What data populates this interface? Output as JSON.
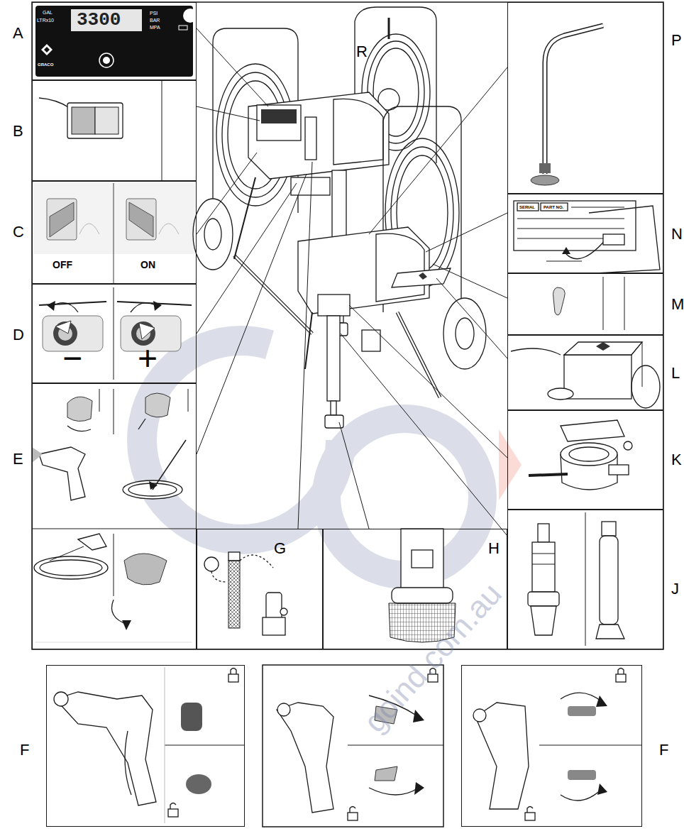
{
  "diagram": {
    "nodes": [
      {
        "text": [
          "A",
          "GAL",
          "LTRx10",
          "3300",
          "PSI",
          "BAR",
          "MPA",
          "GRACO"
        ]
      },
      {
        "text": [
          "B"
        ]
      },
      {
        "text": [
          "C",
          "OFF",
          "ON"
        ]
      },
      {
        "text": [
          "D",
          "−",
          "+"
        ]
      },
      {
        "text": [
          "E"
        ]
      },
      {
        "text": [
          "P"
        ]
      },
      {
        "text": [
          "N",
          "SERIAL",
          "PART NO."
        ]
      },
      {
        "text": [
          "M"
        ]
      },
      {
        "text": [
          "L"
        ]
      },
      {
        "text": [
          "K"
        ]
      },
      {
        "text": [
          "J"
        ]
      },
      {
        "text": [
          "G"
        ]
      },
      {
        "text": [
          "H"
        ]
      },
      {
        "text": [
          "F"
        ]
      },
      {
        "text": [
          "F"
        ]
      }
    ],
    "labels": [
      "R",
      "goind.com.au"
    ]
  }
}
